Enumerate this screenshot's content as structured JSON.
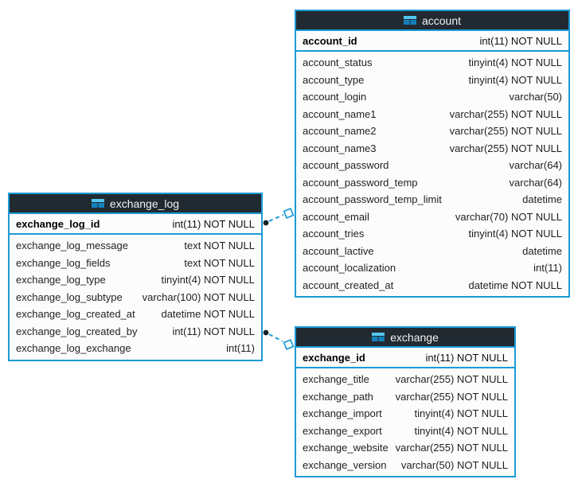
{
  "diagram": {
    "type": "database-er-diagram",
    "colors": {
      "accent_blue": "#1c9ad6",
      "header_background": "#222a31",
      "header_text": "#f2f2f2",
      "table_background": "#fcfcfc",
      "row_text": "#1f1f1f",
      "connector_dot": "#132028",
      "icon_light_blue": "#53c6f0",
      "icon_dark_blue": "#1480bd"
    },
    "tables": [
      {
        "name": "account",
        "icon": "table-grid-icon",
        "key_column": {
          "name": "account_id",
          "type": "int(11) NOT NULL"
        },
        "columns": [
          {
            "name": "account_status",
            "type": "tinyint(4) NOT NULL"
          },
          {
            "name": "account_type",
            "type": "tinyint(4) NOT NULL"
          },
          {
            "name": "account_login",
            "type": "varchar(50)"
          },
          {
            "name": "account_name1",
            "type": "varchar(255) NOT NULL"
          },
          {
            "name": "account_name2",
            "type": "varchar(255) NOT NULL"
          },
          {
            "name": "account_name3",
            "type": "varchar(255) NOT NULL"
          },
          {
            "name": "account_password",
            "type": "varchar(64)"
          },
          {
            "name": "account_password_temp",
            "type": "varchar(64)"
          },
          {
            "name": "account_password_temp_limit",
            "type": "datetime"
          },
          {
            "name": "account_email",
            "type": "varchar(70) NOT NULL"
          },
          {
            "name": "account_tries",
            "type": "tinyint(4) NOT NULL"
          },
          {
            "name": "account_lactive",
            "type": "datetime"
          },
          {
            "name": "account_localization",
            "type": "int(11)"
          },
          {
            "name": "account_created_at",
            "type": "datetime NOT NULL"
          }
        ]
      },
      {
        "name": "exchange_log",
        "icon": "table-grid-icon",
        "key_column": {
          "name": "exchange_log_id",
          "type": "int(11) NOT NULL"
        },
        "columns": [
          {
            "name": "exchange_log_message",
            "type": "text NOT NULL"
          },
          {
            "name": "exchange_log_fields",
            "type": "text NOT NULL"
          },
          {
            "name": "exchange_log_type",
            "type": "tinyint(4) NOT NULL"
          },
          {
            "name": "exchange_log_subtype",
            "type": "varchar(100) NOT NULL"
          },
          {
            "name": "exchange_log_created_at",
            "type": "datetime NOT NULL"
          },
          {
            "name": "exchange_log_created_by",
            "type": "int(11) NOT NULL"
          },
          {
            "name": "exchange_log_exchange",
            "type": "int(11)"
          }
        ]
      },
      {
        "name": "exchange",
        "icon": "table-grid-icon",
        "key_column": {
          "name": "exchange_id",
          "type": "int(11) NOT NULL"
        },
        "columns": [
          {
            "name": "exchange_title",
            "type": "varchar(255) NOT NULL"
          },
          {
            "name": "exchange_path",
            "type": "varchar(255) NOT NULL"
          },
          {
            "name": "exchange_import",
            "type": "tinyint(4) NOT NULL"
          },
          {
            "name": "exchange_export",
            "type": "tinyint(4) NOT NULL"
          },
          {
            "name": "exchange_website",
            "type": "varchar(255) NOT NULL"
          },
          {
            "name": "exchange_version",
            "type": "varchar(50) NOT NULL"
          }
        ]
      }
    ],
    "relations": [
      {
        "from": "exchange_log",
        "to": "account",
        "line_style": "dashed",
        "from_marker": "filled-dot",
        "to_marker": "open-diamond"
      },
      {
        "from": "exchange_log",
        "to": "exchange",
        "line_style": "dashed",
        "from_marker": "filled-dot",
        "to_marker": "open-diamond"
      }
    ]
  }
}
